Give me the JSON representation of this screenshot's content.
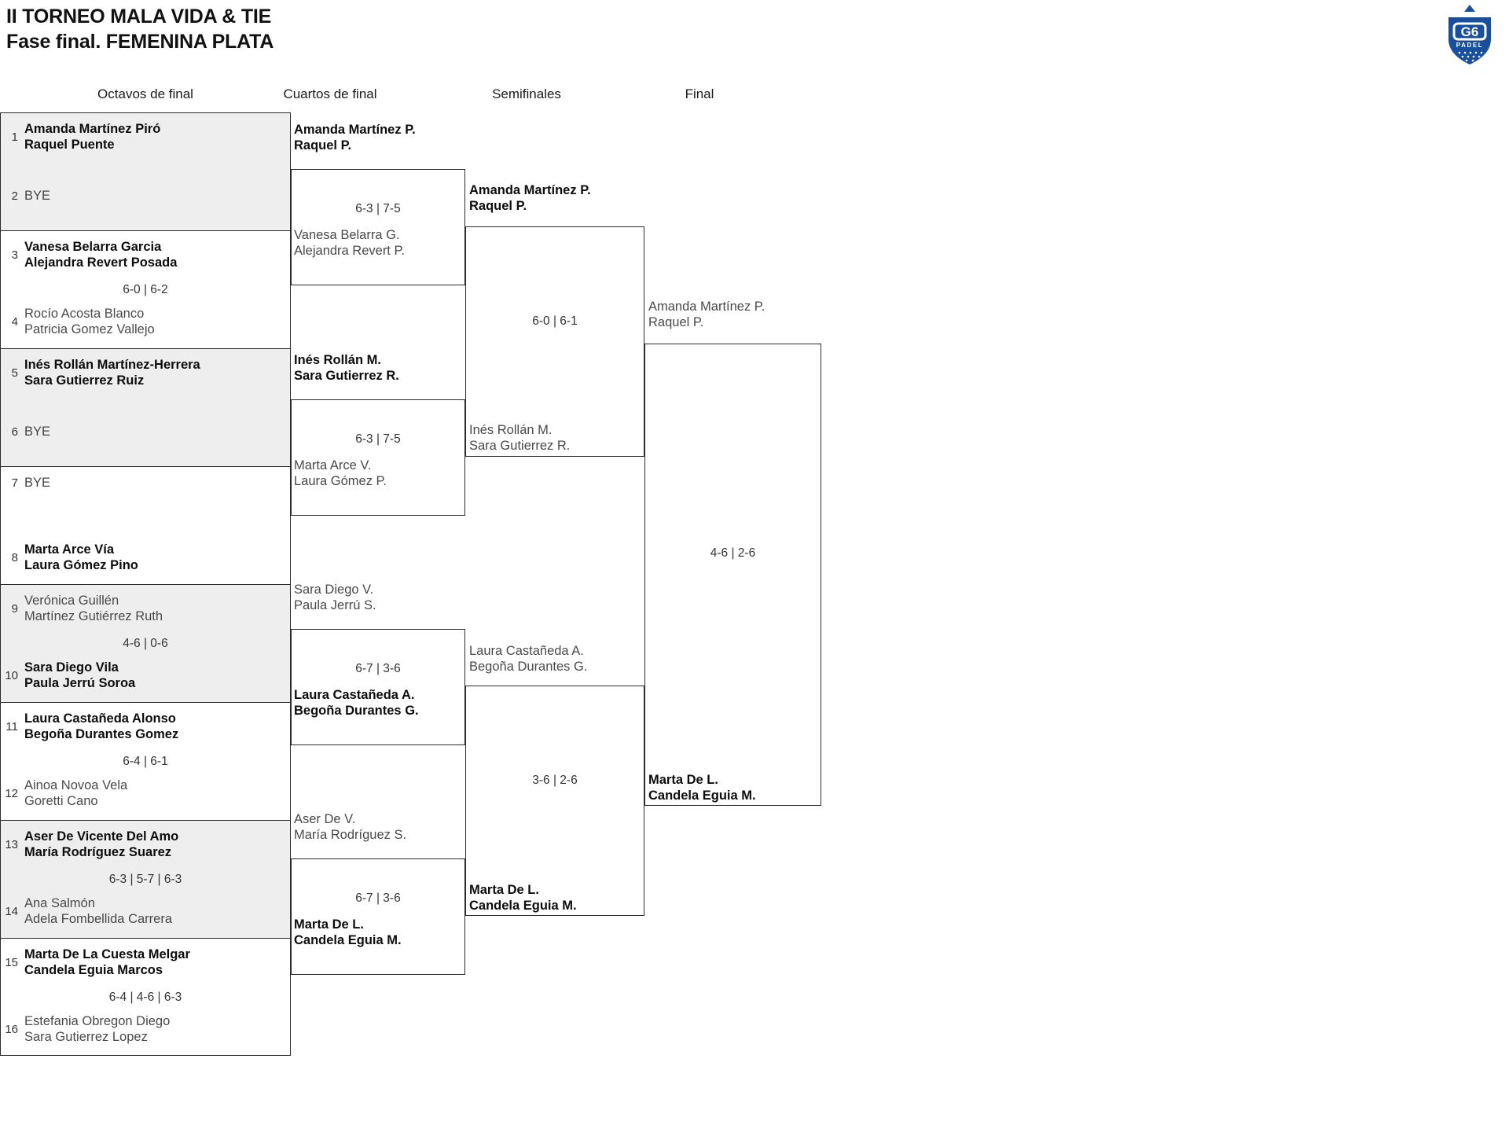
{
  "header": {
    "title_line1": "II TORNEO MALA VIDA & TIE",
    "title_line2": "Fase final. FEMENINA PLATA",
    "logo": {
      "mark": "G6",
      "sub": "PADEL",
      "color": "#1a4f9c"
    }
  },
  "columns": [
    {
      "label": "Octavos de final"
    },
    {
      "label": "Cuartos de final"
    },
    {
      "label": "Semifinales"
    },
    {
      "label": "Final"
    }
  ],
  "round1": {
    "matches": [
      {
        "shaded": true,
        "score": "",
        "top": {
          "seed": "1",
          "line1": "Amanda Martínez Piró",
          "line2": "Raquel Puente",
          "winner": true
        },
        "bottom": {
          "seed": "2",
          "line1": "BYE",
          "line2": "",
          "winner": false,
          "bye": true
        }
      },
      {
        "shaded": false,
        "score": "6-0 | 6-2",
        "top": {
          "seed": "3",
          "line1": "Vanesa Belarra Garcia",
          "line2": "Alejandra Revert Posada",
          "winner": true
        },
        "bottom": {
          "seed": "4",
          "line1": "Rocío Acosta Blanco",
          "line2": "Patricia Gomez Vallejo",
          "winner": false
        }
      },
      {
        "shaded": true,
        "score": "",
        "top": {
          "seed": "5",
          "line1": "Inés Rollán Martínez-Herrera",
          "line2": "Sara Gutierrez Ruiz",
          "winner": true
        },
        "bottom": {
          "seed": "6",
          "line1": "BYE",
          "line2": "",
          "winner": false,
          "bye": true
        }
      },
      {
        "shaded": false,
        "score": "",
        "top": {
          "seed": "7",
          "line1": "BYE",
          "line2": "",
          "winner": false,
          "bye": true
        },
        "bottom": {
          "seed": "8",
          "line1": "Marta Arce Vía",
          "line2": "Laura Gómez Pino",
          "winner": true
        }
      },
      {
        "shaded": true,
        "score": "4-6 | 0-6",
        "top": {
          "seed": "9",
          "line1": "Verónica Guillén",
          "line2": "Martínez Gutiérrez Ruth",
          "winner": false
        },
        "bottom": {
          "seed": "10",
          "line1": "Sara Diego Vila",
          "line2": "Paula Jerrú Soroa",
          "winner": true
        }
      },
      {
        "shaded": false,
        "score": "6-4 | 6-1",
        "top": {
          "seed": "11",
          "line1": "Laura Castañeda Alonso",
          "line2": "Begoña Durantes Gomez",
          "winner": true
        },
        "bottom": {
          "seed": "12",
          "line1": "Ainoa Novoa Vela",
          "line2": "Goretti Cano",
          "winner": false
        }
      },
      {
        "shaded": true,
        "score": "6-3 | 5-7 | 6-3",
        "top": {
          "seed": "13",
          "line1": "Aser De Vicente Del Amo",
          "line2": "María Rodríguez Suarez",
          "winner": true
        },
        "bottom": {
          "seed": "14",
          "line1": "Ana Salmón",
          "line2": "Adela Fombellida Carrera",
          "winner": false
        }
      },
      {
        "shaded": false,
        "score": "6-4 | 4-6 | 6-3",
        "top": {
          "seed": "15",
          "line1": "Marta De La Cuesta Melgar",
          "line2": "Candela Eguia Marcos",
          "winner": true
        },
        "bottom": {
          "seed": "16",
          "line1": "Estefania Obregon Diego",
          "line2": "Sara Gutierrez Lopez",
          "winner": false
        }
      }
    ]
  },
  "round2": {
    "matches": [
      {
        "score": "6-3 | 7-5",
        "top": {
          "line1": "Amanda Martínez P.",
          "line2": "Raquel P.",
          "winner": true
        },
        "bottom": {
          "line1": "Vanesa Belarra G.",
          "line2": "Alejandra Revert P.",
          "winner": false
        }
      },
      {
        "score": "6-3 | 7-5",
        "top": {
          "line1": "Inés Rollán M.",
          "line2": "Sara Gutierrez R.",
          "winner": true
        },
        "bottom": {
          "line1": "Marta Arce V.",
          "line2": "Laura Gómez P.",
          "winner": false
        }
      },
      {
        "score": "6-7 | 3-6",
        "top": {
          "line1": "Sara Diego V.",
          "line2": "Paula Jerrú S.",
          "winner": false
        },
        "bottom": {
          "line1": "Laura Castañeda A.",
          "line2": "Begoña Durantes G.",
          "winner": true
        }
      },
      {
        "score": "6-7 | 3-6",
        "top": {
          "line1": "Aser De V.",
          "line2": "María Rodríguez S.",
          "winner": false
        },
        "bottom": {
          "line1": "Marta De L.",
          "line2": "Candela Eguia M.",
          "winner": true
        }
      }
    ]
  },
  "round3": {
    "matches": [
      {
        "score": "6-0 | 6-1",
        "top": {
          "line1": "Amanda Martínez P.",
          "line2": "Raquel P.",
          "winner": true
        },
        "bottom": {
          "line1": "Inés Rollán M.",
          "line2": "Sara Gutierrez R.",
          "winner": false
        }
      },
      {
        "score": "3-6 | 2-6",
        "top": {
          "line1": "Laura Castañeda A.",
          "line2": "Begoña Durantes G.",
          "winner": false
        },
        "bottom": {
          "line1": "Marta De L.",
          "line2": "Candela Eguia M.",
          "winner": true
        }
      }
    ]
  },
  "round4": {
    "matches": [
      {
        "score": "4-6 | 2-6",
        "top": {
          "line1": "Amanda Martínez P.",
          "line2": "Raquel P.",
          "winner": false
        },
        "bottom": {
          "line1": "Marta De L.",
          "line2": "Candela Eguia M.",
          "winner": true
        }
      }
    ]
  }
}
